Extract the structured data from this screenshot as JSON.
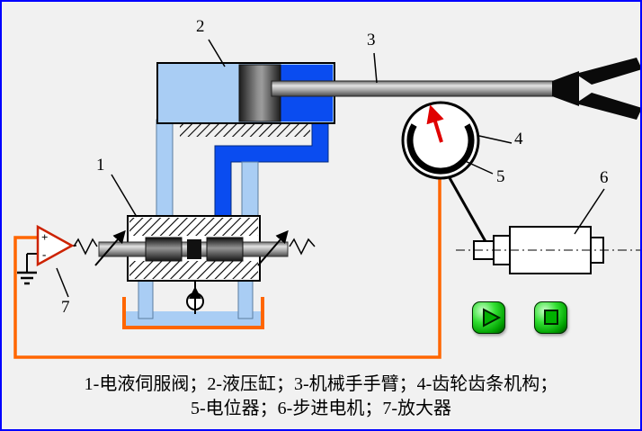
{
  "canvas": {
    "background": "#f1f1f1",
    "border_color": "#0000ff"
  },
  "figure_labels": {
    "n1": "1",
    "n2": "2",
    "n3": "3",
    "n4": "4",
    "n5": "5",
    "n6": "6",
    "n7": "7"
  },
  "caption": {
    "line1": "1-电液伺服阀；2-液压缸；3-机械手手臂；4-齿轮齿条机构；",
    "line2": "5-电位器；6-步进电机；7-放大器"
  },
  "amplifier": {
    "plus": "+",
    "minus": "-"
  },
  "icons": {
    "play": "play-triangle",
    "stop": "stop-square"
  },
  "colors": {
    "feedback_wire": "#ff6600",
    "hydraulic_fluid_dark": "#0a4cf0",
    "pipe_light_blue": "#a9cdf4",
    "needle_red": "#e00000",
    "button_green": "#00cc00",
    "amplifier_outline": "#cc2200"
  }
}
